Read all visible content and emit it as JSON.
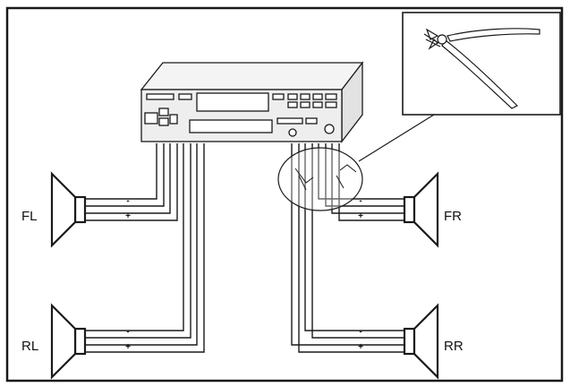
{
  "speakers": {
    "front_left": {
      "label": "FL"
    },
    "front_right": {
      "label": "FR"
    },
    "rear_left": {
      "label": "RL"
    },
    "rear_right": {
      "label": "RR"
    }
  },
  "terminals": {
    "negative": "-",
    "positive": "+"
  },
  "colors": {
    "line": "#1a1a1a",
    "background": "#ffffff",
    "radio_face": "#eeeeee"
  },
  "icons": {
    "radio": "car-radio-icon",
    "cutter": "wire-cutter-icon",
    "speaker": "speaker-icon"
  }
}
